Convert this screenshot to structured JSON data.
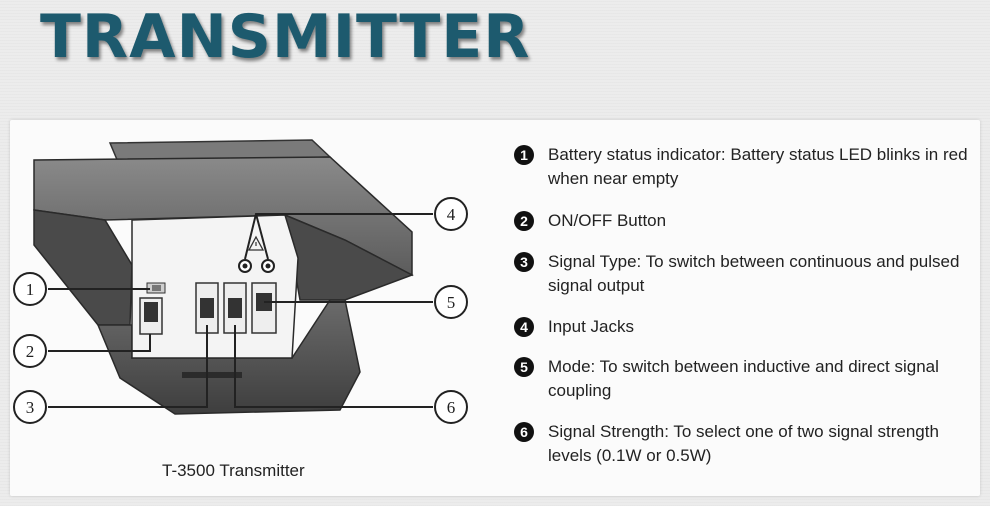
{
  "title": "TRANSMITTER",
  "device": {
    "caption": "T-3500 Transmitter",
    "callouts": [
      "1",
      "2",
      "3",
      "4",
      "5",
      "6"
    ],
    "warning_symbol": "warning-triangle-icon"
  },
  "legend": {
    "items": [
      {
        "number": "1",
        "text": "Battery status indicator: Battery status LED blinks in red when near empty"
      },
      {
        "number": "2",
        "text": "ON/OFF Button"
      },
      {
        "number": "3",
        "text": "Signal Type:  To switch between continuous and pulsed signal output"
      },
      {
        "number": "4",
        "text": "Input Jacks"
      },
      {
        "number": "5",
        "text": "Mode: To switch between inductive and direct signal coupling"
      },
      {
        "number": "6",
        "text": "Signal Strength: To select one of two signal strength levels (0.1W or 0.5W)"
      }
    ]
  },
  "colors": {
    "title": "#1d5a6e",
    "device_body": "#5a5a5a",
    "faceplate": "#f4f4f4"
  }
}
